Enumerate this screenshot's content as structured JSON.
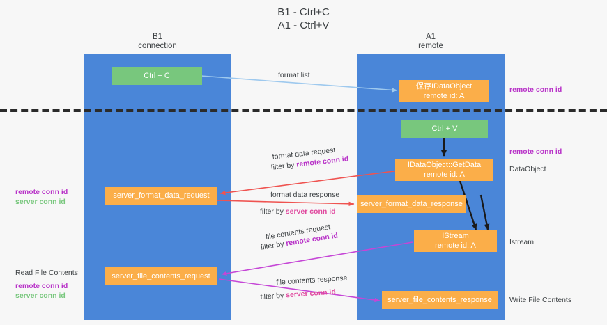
{
  "diagram": {
    "title": "B1 - Ctrl+C\nA1 - Ctrl+V",
    "background_color": "#f7f7f7",
    "lane_color": "#4a86d8",
    "green_node_color": "#78c77d",
    "orange_node_color": "#fbae49",
    "divider_color": "#2b2b2b",
    "columns": [
      {
        "id": "b1",
        "title": "B1\nconnection"
      },
      {
        "id": "a1",
        "title": "A1\nremote"
      }
    ],
    "nodes": [
      {
        "id": "ctrl-c",
        "line1": "Ctrl + C",
        "line2": ""
      },
      {
        "id": "save-idataobject",
        "line1": "保存IDataObject",
        "line2": "remote id: A"
      },
      {
        "id": "ctrl-v",
        "line1": "Ctrl + V",
        "line2": ""
      },
      {
        "id": "idataobject-getdata",
        "line1": "IDataObject::GetData",
        "line2": "remote id: A"
      },
      {
        "id": "server-format-data-request",
        "line1": "server_format_data_request",
        "line2": ""
      },
      {
        "id": "server-format-data-response",
        "line1": "server_format_data_response",
        "line2": ""
      },
      {
        "id": "istream",
        "line1": "IStream",
        "line2": "remote id: A"
      },
      {
        "id": "server-file-contents-request",
        "line1": "server_file_contents_request",
        "line2": ""
      },
      {
        "id": "server-file-contents-response",
        "line1": "server_file_contents_response",
        "line2": ""
      }
    ],
    "edge_labels": {
      "format_list": "format list",
      "format_data_request": "format data request",
      "format_data_request_filter_prefix": "filter by ",
      "format_data_request_filter_value": "remote conn id",
      "format_data_response": "format data response",
      "format_data_response_filter_prefix": "filter by ",
      "format_data_response_filter_value": "server conn id",
      "file_contents_request": "file contents request",
      "file_contents_request_filter_prefix": "filter by ",
      "file_contents_request_filter_value": "remote conn id",
      "file_contents_response": "file contents response",
      "file_contents_response_filter_prefix": "filter by ",
      "file_contents_response_filter_value": "server conn id"
    },
    "annotations": {
      "right_remote_conn_id_top": "remote conn id",
      "right_remote_conn_id_mid": "remote conn id",
      "right_dataobject": "DataObject",
      "right_istream": "Istream",
      "right_write_file_contents": "Write File Contents",
      "left_remote_conn_id": "remote conn id",
      "left_server_conn_id": "server conn id",
      "left_read_file_contents": "Read File Contents",
      "left_remote_conn_id_2": "remote conn id",
      "left_server_conn_id_2": "server conn id"
    },
    "colors": {
      "remote_conn_id": "#b832c8",
      "server_conn_id": "#78c77d",
      "server_conn_id_label": "#e0479e",
      "wire_format_list": "#9ec9ee",
      "wire_format_data": "#ef5350",
      "wire_file_contents": "#c546d6",
      "wire_black": "#1a1a1a"
    }
  }
}
